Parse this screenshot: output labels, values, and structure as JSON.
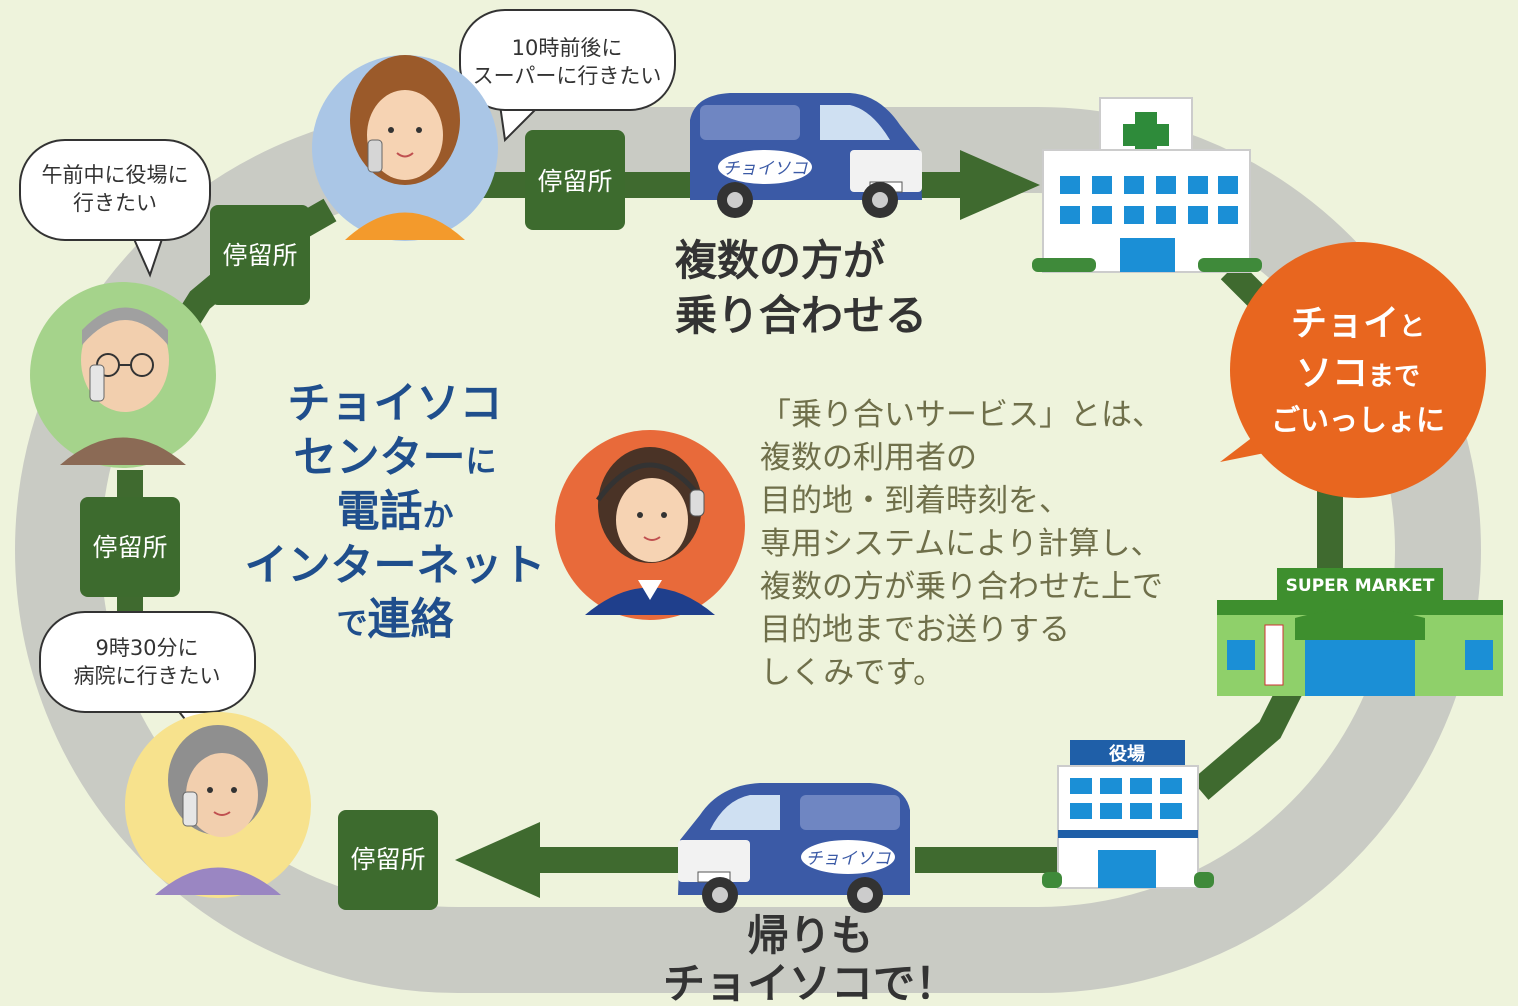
{
  "colors": {
    "background": "#eef3dc",
    "track": "#c9cbc4",
    "path_green": "#3f6a2f",
    "stop_green": "#3d6b2e",
    "center_blue": "#1f4e8c",
    "badge_orange": "#e8661f",
    "van_blue": "#3b5aa6",
    "hospital_blue": "#1b8fd6",
    "description_text": "#6f6f4a"
  },
  "speech_bubbles": {
    "top_woman": [
      "10時前後に",
      "スーパーに行きたい"
    ],
    "left_man": [
      "午前中に役場に",
      "行きたい"
    ],
    "bottom_woman": [
      "9時30分に",
      "病院に行きたい"
    ]
  },
  "stops": {
    "stop_top": "停留所",
    "stop_upper_left": "停留所",
    "stop_left": "停留所",
    "stop_bottom": "停留所"
  },
  "van": {
    "logo_text": "チョイソコ"
  },
  "captions": {
    "rideshare": [
      "複数の方が",
      "乗り合わせる"
    ],
    "return": [
      "帰りも",
      "チョイソコで！"
    ]
  },
  "center_message": {
    "line1": "チョイソコ",
    "line2_main": "センター",
    "line2_small": "に",
    "line3_main": "電話",
    "line3_small": "か",
    "line4": "インターネット",
    "line5_small": "で",
    "line5_main": "連絡"
  },
  "description": [
    "「乗り合いサービス」とは、",
    "複数の利用者の",
    "目的地・到着時刻を、",
    "専用システムにより計算し、",
    "複数の方が乗り合わせた上で",
    "目的地までお送りする",
    "しくみです。"
  ],
  "badge": {
    "line1_main": "チョイ",
    "line1_small": "と",
    "line2_main": "ソコ",
    "line2_small": "まで",
    "line3": "ごいっしょに"
  },
  "buildings": {
    "supermarket_sign": "SUPER MARKET",
    "town_hall_sign": "役場"
  }
}
